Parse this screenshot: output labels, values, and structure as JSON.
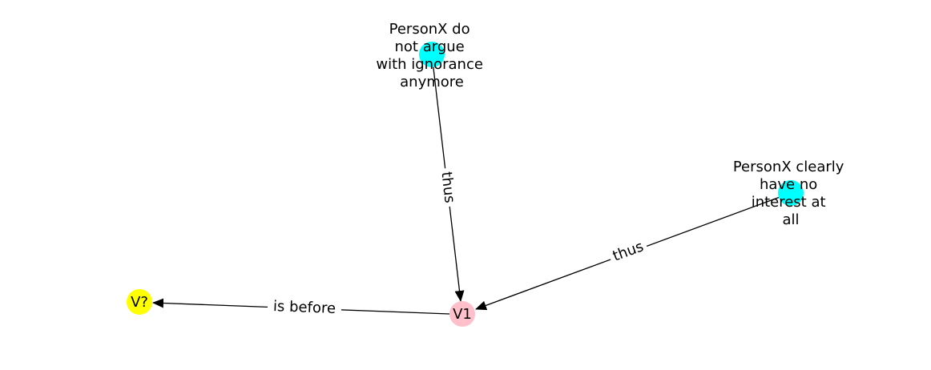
{
  "nodes": [
    {
      "id": "n1",
      "lines": [
        "PersonX do",
        "not argue",
        "with ignorance",
        "anymore"
      ],
      "color": "#00ffff"
    },
    {
      "id": "n2",
      "lines": [
        "PersonX clearly",
        "have no",
        "interest at",
        "all"
      ],
      "color": "#00ffff"
    },
    {
      "id": "v1",
      "lines": [
        "V1"
      ],
      "color": "#ffc0cb"
    },
    {
      "id": "vq",
      "lines": [
        "V?"
      ],
      "color": "#ffff00"
    }
  ],
  "edges": [
    {
      "from": "n1",
      "to": "v1",
      "label": "thus"
    },
    {
      "from": "n2",
      "to": "v1",
      "label": "thus"
    },
    {
      "from": "v1",
      "to": "vq",
      "label": "is before"
    }
  ]
}
